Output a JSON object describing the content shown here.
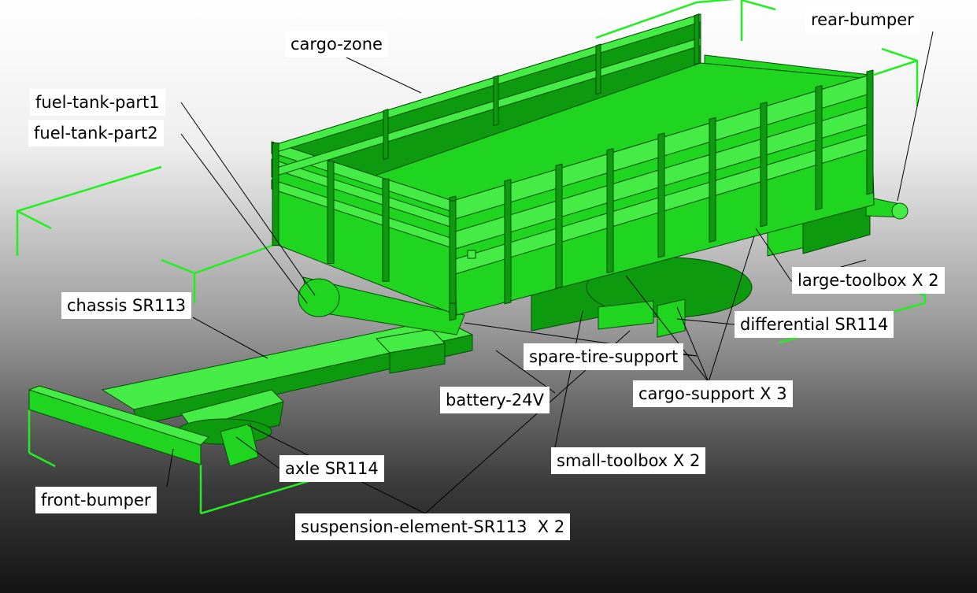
{
  "colors": {
    "model_fill": "#1fd51f",
    "model_dark": "#0e9a0e",
    "model_light": "#46ec46",
    "edge": "#064a06",
    "bbox": "#22ee22",
    "leader": "#000000",
    "label_bg": "#ffffff"
  },
  "labels": {
    "cargo_zone": "cargo-zone",
    "rear_bumper": "rear-bumper",
    "fuel_tank_part1": "fuel-tank-part1",
    "fuel_tank_part2": "fuel-tank-part2",
    "chassis": "chassis SR113",
    "large_toolbox": "large-toolbox X 2",
    "differential": "differential SR114",
    "spare_tire_support": "spare-tire-support",
    "cargo_support": "cargo-support X 3",
    "battery": "battery-24V",
    "small_toolbox": "small-toolbox X 2",
    "axle": "axle SR114",
    "front_bumper": "front-bumper",
    "suspension": "suspension-element-SR113  X 2"
  }
}
